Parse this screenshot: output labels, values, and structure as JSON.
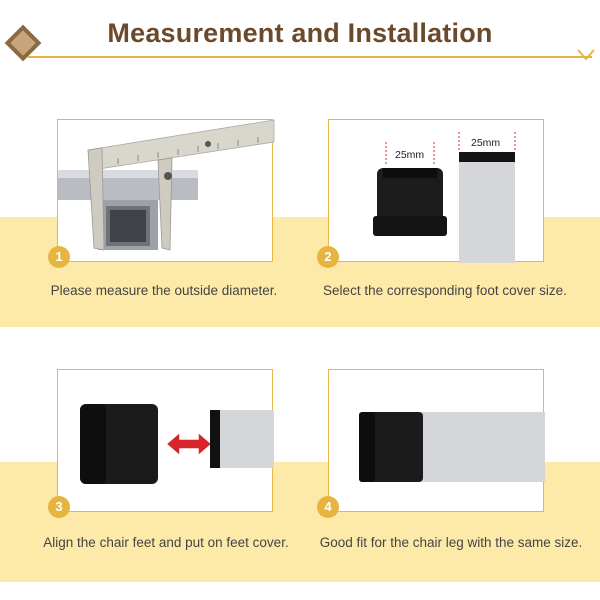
{
  "header": {
    "title": "Measurement and Installation"
  },
  "steps": [
    {
      "number": "1",
      "caption": "Please measure the outside diameter."
    },
    {
      "number": "2",
      "caption": "Select the corresponding foot cover size."
    },
    {
      "number": "3",
      "caption": "Align the chair feet and put on feet cover."
    },
    {
      "number": "4",
      "caption": "Good fit for the chair leg with the same size."
    }
  ],
  "step2": {
    "cap_size": "25mm",
    "leg_size": "25mm"
  },
  "colors": {
    "accent": "#e8b440",
    "band": "#fdeaa8",
    "title": "#6b4a2b",
    "arrow": "#d8242b"
  }
}
